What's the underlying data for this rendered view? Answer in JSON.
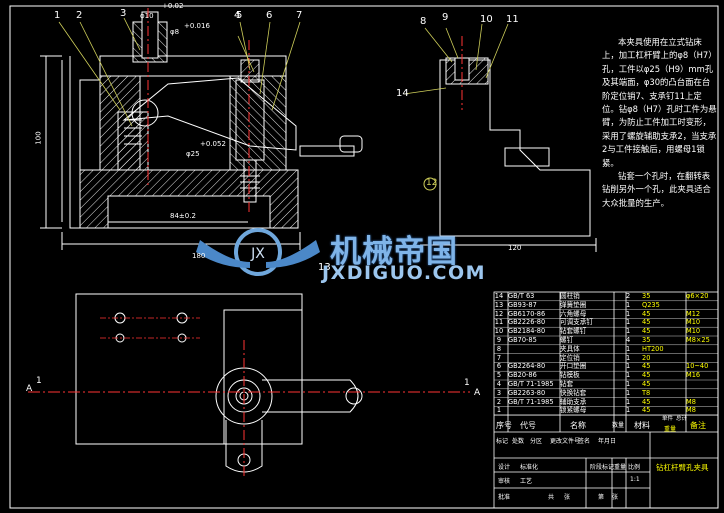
{
  "note": {
    "p1": "本夹具使用在立式钻床上，加工杠杆臂上的φ8（H7）孔，工件以φ25（H9）mm孔及其端面，φ30的凸台面在台阶定位销7、支承钉11上定位。钻φ8（H7）孔时工件为悬臂，为防止工件加工时变形，采用了螺旋辅助支承2，当支承2与工件接触后，用螺母1锁紧。",
    "p2": "钻套一个孔时，在翻转表钻削另外一个孔，此夹具适合大众批量的生产。"
  },
  "balloons": [
    "1",
    "2",
    "3",
    "4",
    "5",
    "6",
    "7",
    "8",
    "9",
    "10",
    "11",
    "12",
    "13",
    "14"
  ],
  "dims": {
    "d1": "+0.02",
    "d2": "φ10",
    "d3": "+0.016",
    "d4": "φ8",
    "d5": "+0.052",
    "d6": "φ25",
    "d7": "84±0.2",
    "d8": "180",
    "d9": "120",
    "d10": "100"
  },
  "section_marks": {
    "a_left": "A",
    "a_num": "1",
    "a_right_num": "1",
    "a_right": "A"
  },
  "logo": {
    "cn": "机械帝国",
    "url": "JXDIGUO.COM"
  },
  "bom": {
    "rows": [
      {
        "no": "14",
        "code": "GB/T 63",
        "name": "圆柱销",
        "qty": "2",
        "mat": "35",
        "rem": "φ6×20"
      },
      {
        "no": "13",
        "code": "GB93-87",
        "name": "弹簧垫圈",
        "qty": "1",
        "mat": "Q235",
        "rem": ""
      },
      {
        "no": "12",
        "code": "GB6170-86",
        "name": "六角螺母",
        "qty": "1",
        "mat": "45",
        "rem": "M12"
      },
      {
        "no": "11",
        "code": "GB2226-80",
        "name": "可调支承钉",
        "qty": "1",
        "mat": "45",
        "rem": "M10"
      },
      {
        "no": "10",
        "code": "GB2184-80",
        "name": "钻套螺钉",
        "qty": "1",
        "mat": "45",
        "rem": "M10"
      },
      {
        "no": "9",
        "code": "GB70-85",
        "name": "螺钉",
        "qty": "4",
        "mat": "35",
        "rem": "M8×25"
      },
      {
        "no": "8",
        "code": "",
        "name": "夹具体",
        "qty": "1",
        "mat": "HT200",
        "rem": ""
      },
      {
        "no": "7",
        "code": "",
        "name": "定位销",
        "qty": "1",
        "mat": "20",
        "rem": ""
      },
      {
        "no": "6",
        "code": "GB2264-80",
        "name": "开口垫圈",
        "qty": "1",
        "mat": "45",
        "rem": "10~40"
      },
      {
        "no": "5",
        "code": "GB20-86",
        "name": "钻模板",
        "qty": "1",
        "mat": "45",
        "rem": "M16"
      },
      {
        "no": "4",
        "code": "GB/T 71-1985",
        "name": "钻套",
        "qty": "1",
        "mat": "45",
        "rem": ""
      },
      {
        "no": "3",
        "code": "GB2263-80",
        "name": "快换钻套",
        "qty": "1",
        "mat": "T8",
        "rem": ""
      },
      {
        "no": "2",
        "code": "GB/T 71-1985",
        "name": "辅助支承",
        "qty": "1",
        "mat": "45",
        "rem": "M8"
      },
      {
        "no": "1",
        "code": "",
        "name": "锁紧螺母",
        "qty": "1",
        "mat": "45",
        "rem": "M8"
      }
    ],
    "header": {
      "no": "序号",
      "code": "代号",
      "name": "名称",
      "qty": "数量",
      "mat": "材料",
      "rem": "备注",
      "w1": "单件",
      "w2": "总计",
      "w3": "重量"
    }
  },
  "title_block": {
    "title": "钻杠杆臂孔夹具",
    "scale": "1:1",
    "cells": [
      "标记",
      "处数",
      "分区",
      "更改文件号",
      "签名",
      "年月日",
      "设计",
      "标准化",
      "阶段标记",
      "重量",
      "比例",
      "审核",
      "工艺",
      "批准",
      "共",
      "张",
      "第",
      "张"
    ]
  }
}
